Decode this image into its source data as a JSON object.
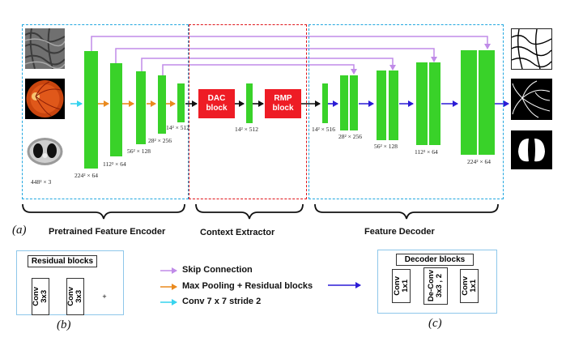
{
  "labels": {
    "pretrained_encoder": "Pretrained Feature Encoder",
    "context_extractor": "Context Extractor",
    "feature_decoder": "Feature Decoder",
    "a": "(a)",
    "b": "(b)",
    "c": "(c)"
  },
  "encoder_dims": {
    "input": "448² × 3",
    "d1": "224² × 64",
    "d2": "112² × 64",
    "d3": "56² × 128",
    "d4": "28² × 256",
    "d5": "14² × 512"
  },
  "context_dims": {
    "d1": "14² × 512"
  },
  "decoder_dims": {
    "d1": "14² × 516",
    "d2": "28² × 256",
    "d3": "56² × 128",
    "d4": "112² × 64",
    "d5": "224² × 64"
  },
  "blocks": {
    "dac_line1": "DAC",
    "dac_line2": "block",
    "rmp_line1": "RMP",
    "rmp_line2": "block"
  },
  "legend": {
    "skip": "Skip Connection",
    "maxpool": "Max Pooling  +  Residual blocks",
    "conv": "Conv 7 x 7 stride 2"
  },
  "residual": {
    "title": "Residual blocks",
    "conv1_line1": "Conv",
    "conv1_line2": "3x3",
    "conv2_line1": "Conv",
    "conv2_line2": "3x3",
    "plus": "+"
  },
  "decoder_blocks": {
    "title": "Decoder blocks",
    "conv1_line1": "Conv",
    "conv1_line2": "1x1",
    "deconv_line1": "De-Conv",
    "deconv_line2": "3x3 , 2",
    "conv2_line1": "Conv",
    "conv2_line2": "1x1"
  },
  "colors": {
    "feature_map": "#39d229",
    "skip": "#c08be8",
    "maxpool": "#ea8a1e",
    "conv7": "#37d3ee",
    "decoder_arrow": "#2b1cd6",
    "context_block": "#ee1c25",
    "encoder_border": "#22a7e0",
    "context_border": "#e0161b"
  }
}
